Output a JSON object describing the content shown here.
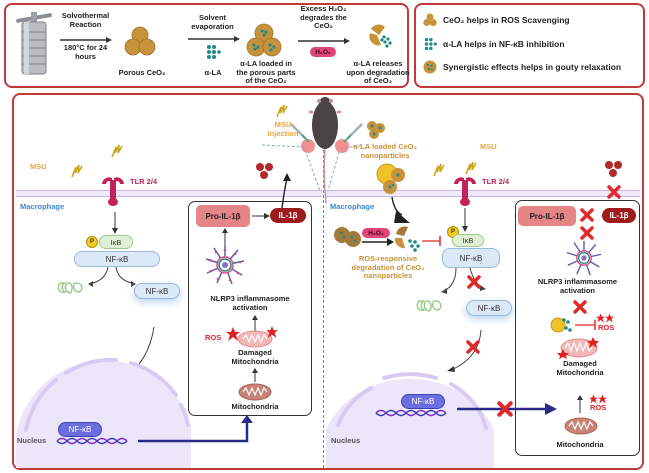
{
  "synthesis": {
    "step1": {
      "line1": "Solvothermal",
      "line2": "Reaction",
      "line3": "180°C for 24",
      "line4": "hours"
    },
    "porous_label": "Porous CeO₂",
    "step2": {
      "line1": "Solvent",
      "line2": "evaporation"
    },
    "ala_label": "α-LA",
    "loaded_label": {
      "line1": "α-LA loaded in",
      "line2": "the porous parts",
      "line3": "of the CeO₂"
    },
    "step3": {
      "line1": "Excess H₂O₂",
      "line2": "degrades the",
      "line3": "CeO₂"
    },
    "h2o2_badge": "H₂O₂",
    "release_label": {
      "line1": "α-LA releases",
      "line2": "upon degradation",
      "line3": "of CeO₂"
    }
  },
  "legend": {
    "items": [
      {
        "label": "CeO₂ helps in ROS Scavenging",
        "icon": "ceo2-cluster-icon"
      },
      {
        "label": "α-LA helps in NF-κB inhibition",
        "icon": "ala-molecule-icon"
      },
      {
        "label": "Synergistic effects helps in gouty relaxation",
        "icon": "loaded-nanoparticle-icon"
      }
    ]
  },
  "left": {
    "msu": "MSU",
    "tlr": "TLR 2/4",
    "macrophage": "Macrophage",
    "ikb": "IκB",
    "p": "P",
    "nfkb": "NF-κB",
    "nfkb_free": "NF-κB",
    "nucleus": "Nucleus",
    "nfkb_nuc": "NF-κB",
    "pro_il": "Pro-IL-1β",
    "il": "IL-1β",
    "nlrp3": {
      "line1": "NLRP3 inflammasome",
      "line2": "activation"
    },
    "ros": "ROS",
    "damaged": {
      "line1": "Damaged",
      "line2": "Mitochondria"
    },
    "mito": "Mitochondria"
  },
  "center": {
    "msu_injection": {
      "line1": "MSU",
      "line2": "Injection"
    },
    "np_label": {
      "line1": "α-LA loaded CeO₂",
      "line2": "nanoparticles"
    }
  },
  "right": {
    "msu": "MSU",
    "tlr": "TLR 2/4",
    "macrophage": "Macrophage",
    "h2o2": "H₂O₂",
    "degradation": {
      "line1": "ROS-responsive",
      "line2": "degradation of CeO₂",
      "line3": "nanoparticles"
    },
    "p": "P",
    "ikb": "IκB",
    "nfkb": "NF-κB",
    "nfkb_free": "NF-κB",
    "nucleus": "Nucleus",
    "nfkb_nuc": "NF-κB",
    "pro_il": "Pro-IL-1β",
    "il": "IL-1β",
    "nlrp3": {
      "line1": "NLRP3 inflammasome",
      "line2": "activation"
    },
    "ros": "ROS",
    "damaged": {
      "line1": "Damaged",
      "line2": "Mitochondria"
    },
    "ros2": "ROS",
    "mito": "Mitochondria"
  },
  "colors": {
    "panel_border": "#c0393b",
    "ceo2": "#c8923a",
    "ala": "#1f8a8a",
    "msu_text": "#e8a63c",
    "tlr": "#c2245a",
    "macrophage_text": "#3a86d1",
    "membrane": "#c9b6ee",
    "nfkb_box": "#dbe9f7",
    "ikb_box": "#dff0d6",
    "pro_il": "#e58585",
    "il": "#9e1b1b",
    "ros": "#e02020",
    "nucleus_fill": "#ece6fb",
    "arrow_blue": "#2b2a8a",
    "inhibit_x": "#e02a2a"
  }
}
